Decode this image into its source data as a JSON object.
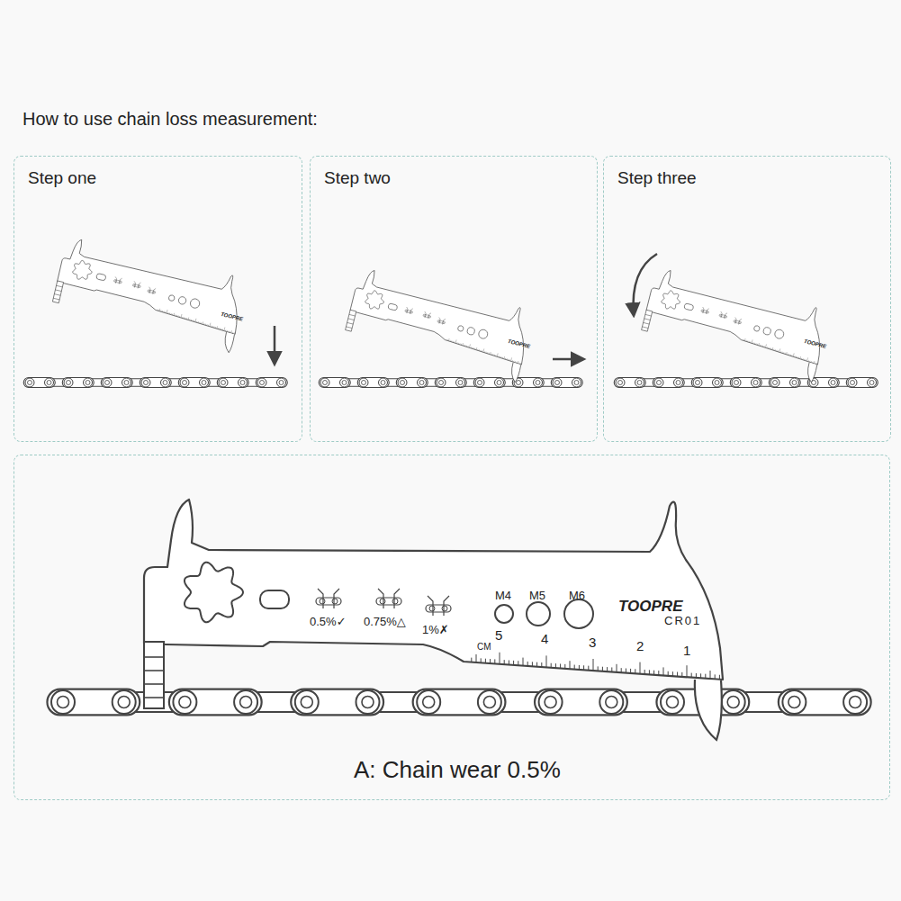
{
  "diagram": {
    "title": "How to use chain loss measurement:",
    "nodes": [
      {
        "text": [
          "Step one"
        ]
      },
      {
        "text": [
          "Step two"
        ]
      },
      {
        "text": [
          "Step three"
        ]
      },
      {
        "text": [
          "A: Chain wear 0.5%"
        ]
      }
    ],
    "edges": [],
    "labels": [
      "0.5%✓",
      "0.75%△",
      "1%✗",
      "M4",
      "M5",
      "M6",
      "TOOPRE",
      "CR01",
      "CM",
      "5",
      "4",
      "3",
      "2",
      "1",
      "TOOPRE",
      "TOOPRE",
      "TOOPRE"
    ]
  }
}
